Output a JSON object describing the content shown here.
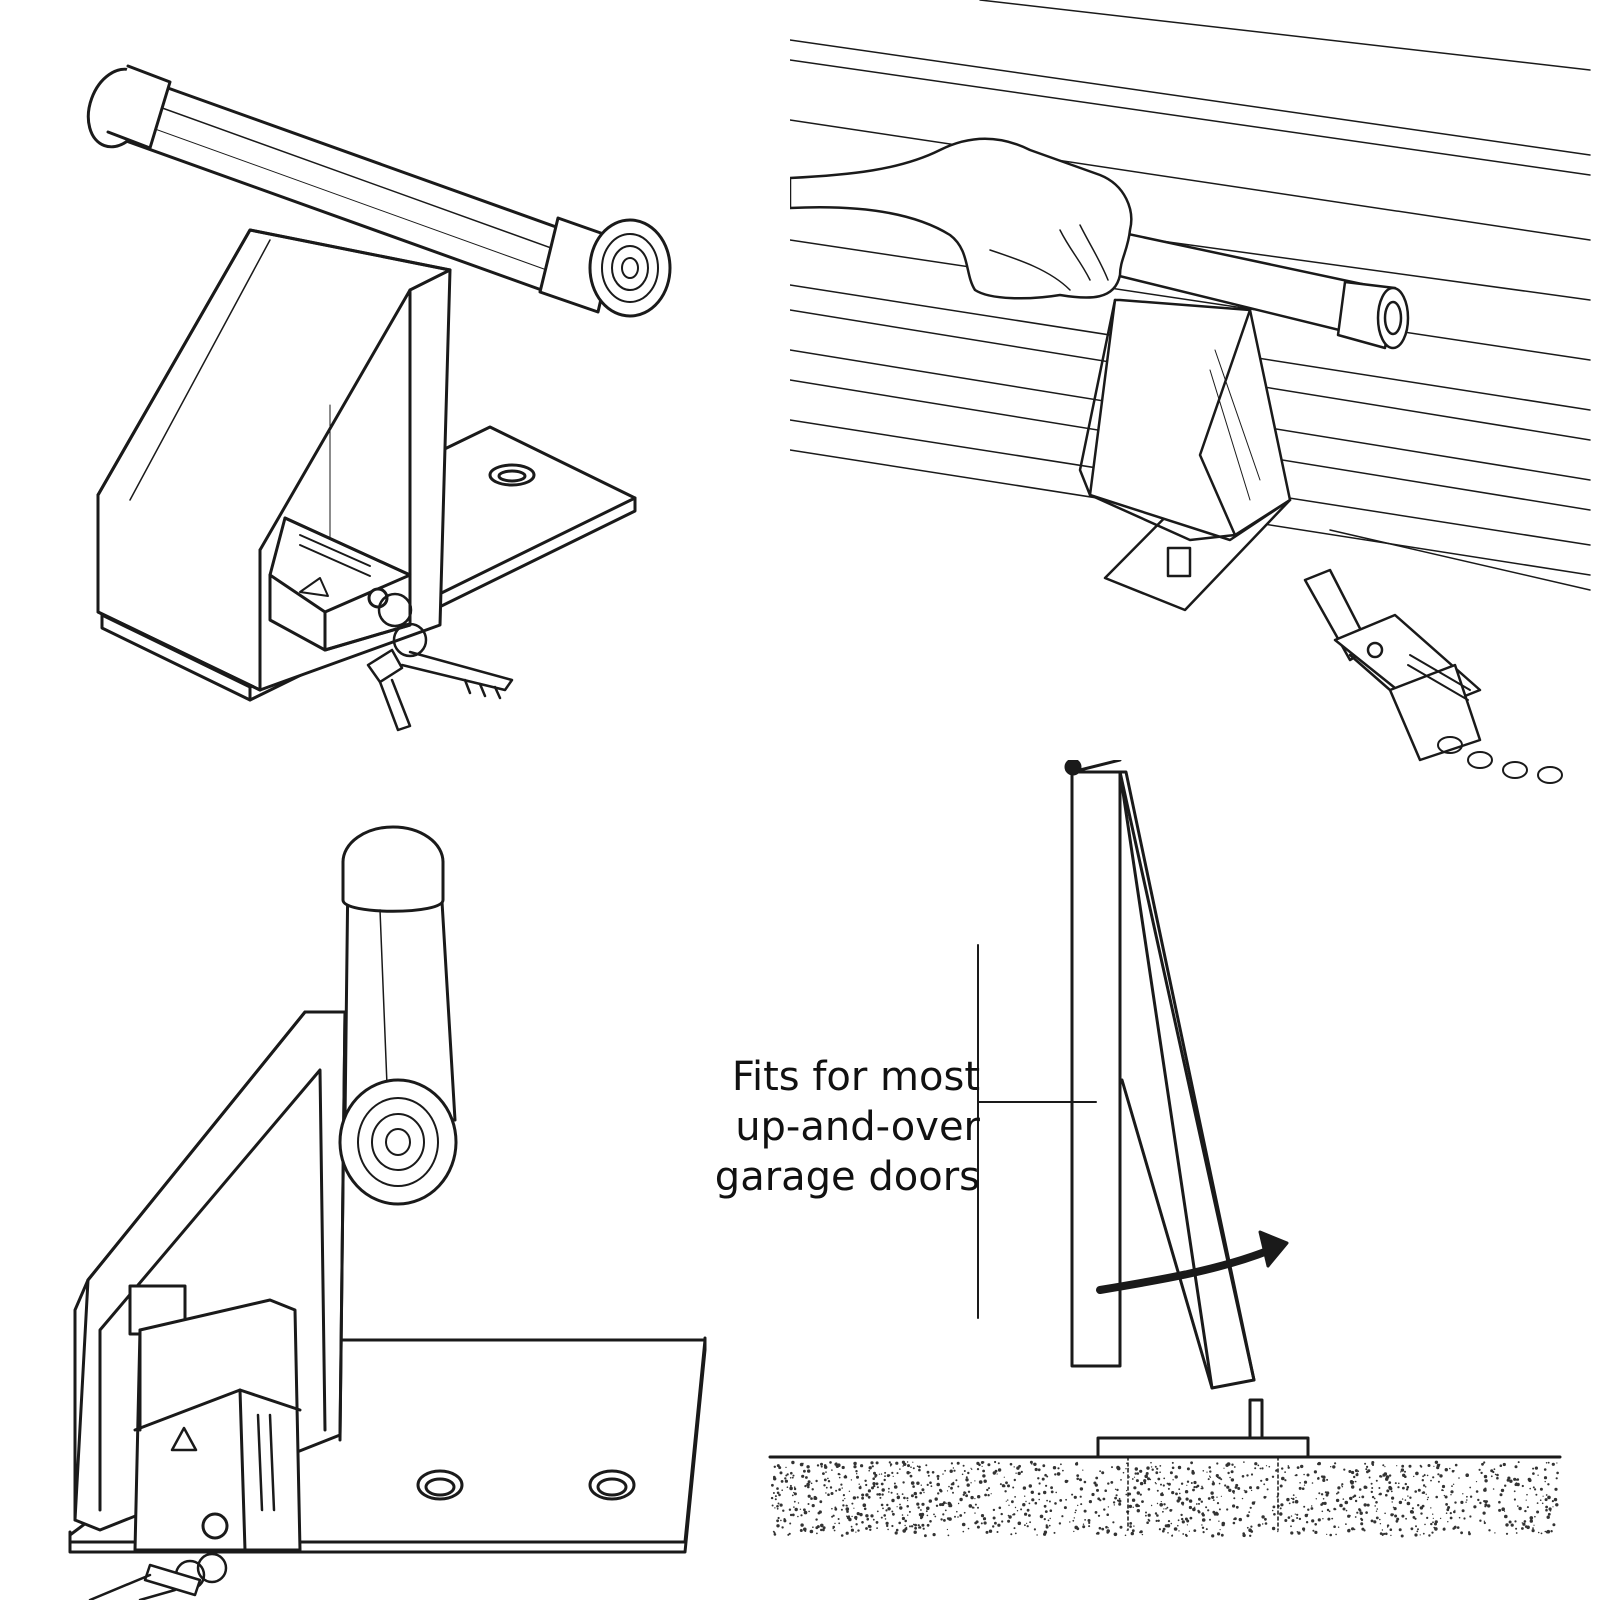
{
  "caption": {
    "lines": [
      "Fits for most",
      "up-and-over",
      "garage doors"
    ]
  },
  "colors": {
    "line": "#1a1a1a",
    "fill": "#ffffff",
    "shade": "#f2f2f2",
    "ground_speckle": "#333333"
  },
  "icons": {
    "lock_brand_mark": "engraved-brand-lettering",
    "rotation_arrow": "curved-arrow-right"
  }
}
